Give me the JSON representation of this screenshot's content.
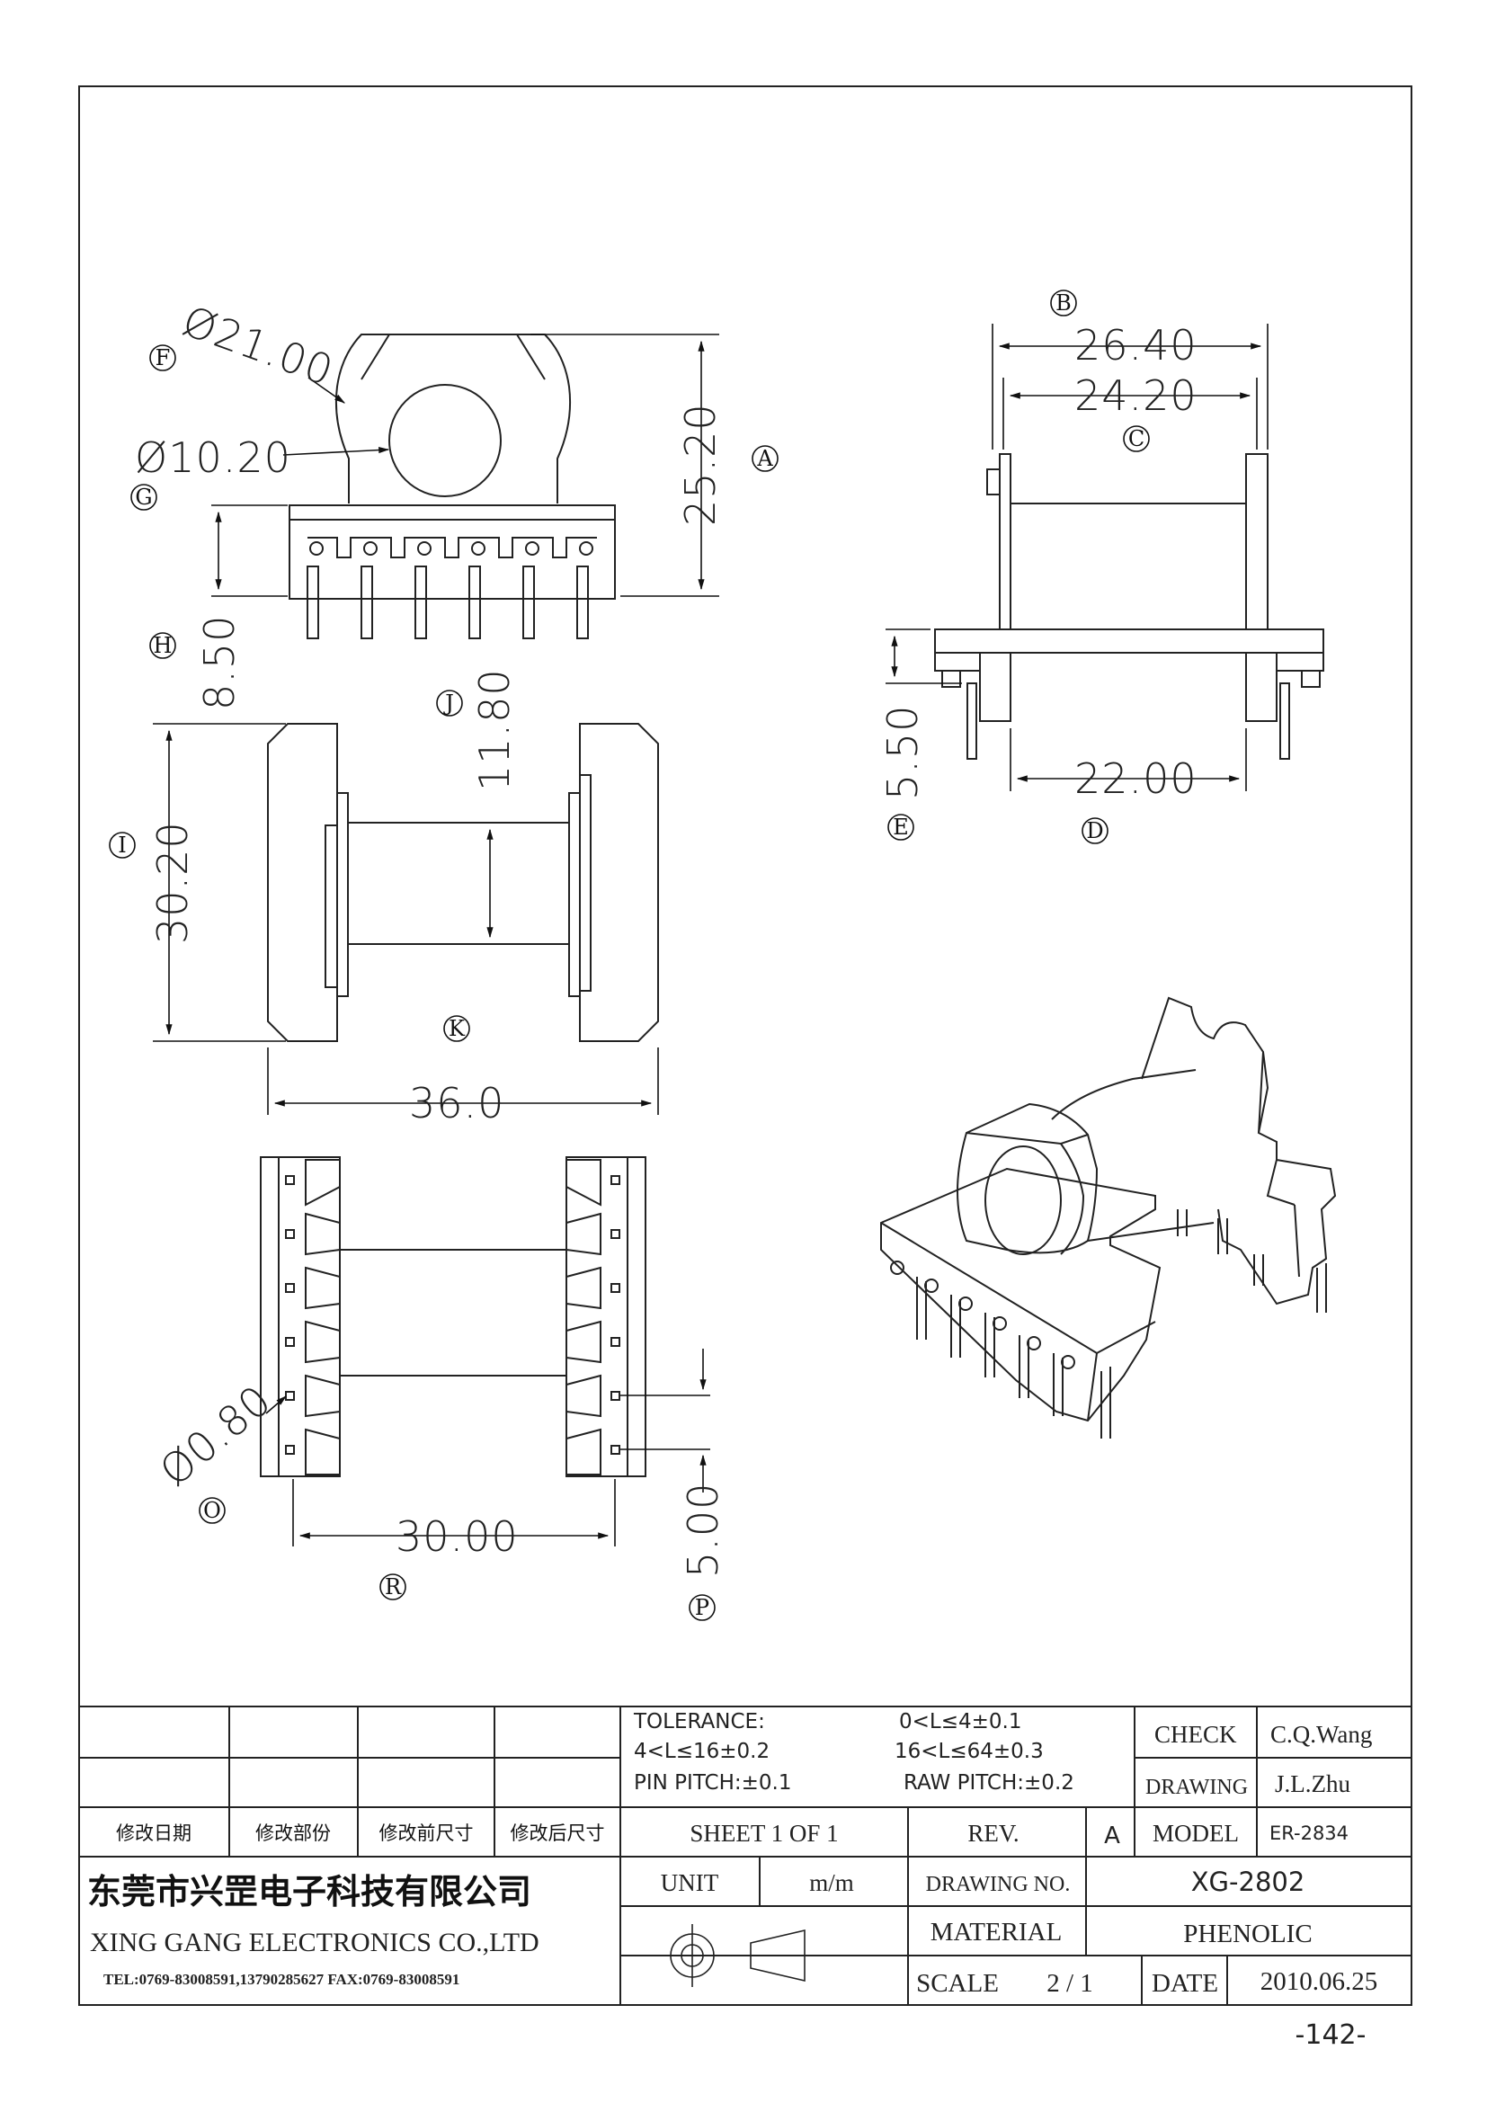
{
  "dimensions": {
    "a": "25.20",
    "b": "26.40",
    "c": "24.20",
    "d": "22.00",
    "e": "5.50",
    "f": "Ø21.00",
    "g": "Ø10.20",
    "h": "8.50",
    "i": "30.20",
    "j": "11.80",
    "k": "36.0",
    "o": "Ø0.80",
    "p": "5.00",
    "r": "30.00"
  },
  "callouts": {
    "a": "A",
    "b": "B",
    "c": "C",
    "d": "D",
    "e": "E",
    "f": "F",
    "g": "G",
    "h": "H",
    "i": "I",
    "j": "J",
    "k": "K",
    "o": "O",
    "p": "P",
    "r": "R"
  },
  "title_block": {
    "tolerance_label": "TOLERANCE:",
    "tol_1": "0<L≤4±0.1",
    "tol_2": "4<L≤16±0.2",
    "tol_3": "16<L≤64±0.3",
    "pin_pitch": "PIN PITCH:±0.1",
    "raw_pitch": "RAW PITCH:±0.2",
    "check_label": "CHECK",
    "check_value": "C.Q.Wang",
    "drawing_label": "DRAWING",
    "drawing_value": "J.L.Zhu",
    "rev_col_1": "修改日期",
    "rev_col_2": "修改部份",
    "rev_col_3": "修改前尺寸",
    "rev_col_4": "修改后尺寸",
    "sheet": "SHEET 1 OF 1",
    "rev_label": "REV.",
    "rev_value": "A",
    "model_label": "MODEL",
    "model_value": "ER-2834",
    "company_cn": "东莞市兴罡电子科技有限公司",
    "company_en": "XING GANG ELECTRONICS CO.,LTD",
    "contact": "TEL:0769-83008591,13790285627 FAX:0769-83008591",
    "unit_label": "UNIT",
    "unit_value": "m/m",
    "drawing_no_label": "DRAWING NO.",
    "drawing_no_value": "XG-2802",
    "material_label": "MATERIAL",
    "material_value": "PHENOLIC",
    "scale_label": "SCALE",
    "scale_value": "2 / 1",
    "date_label": "DATE",
    "date_value": "2010.06.25"
  },
  "page_number": "-142-"
}
